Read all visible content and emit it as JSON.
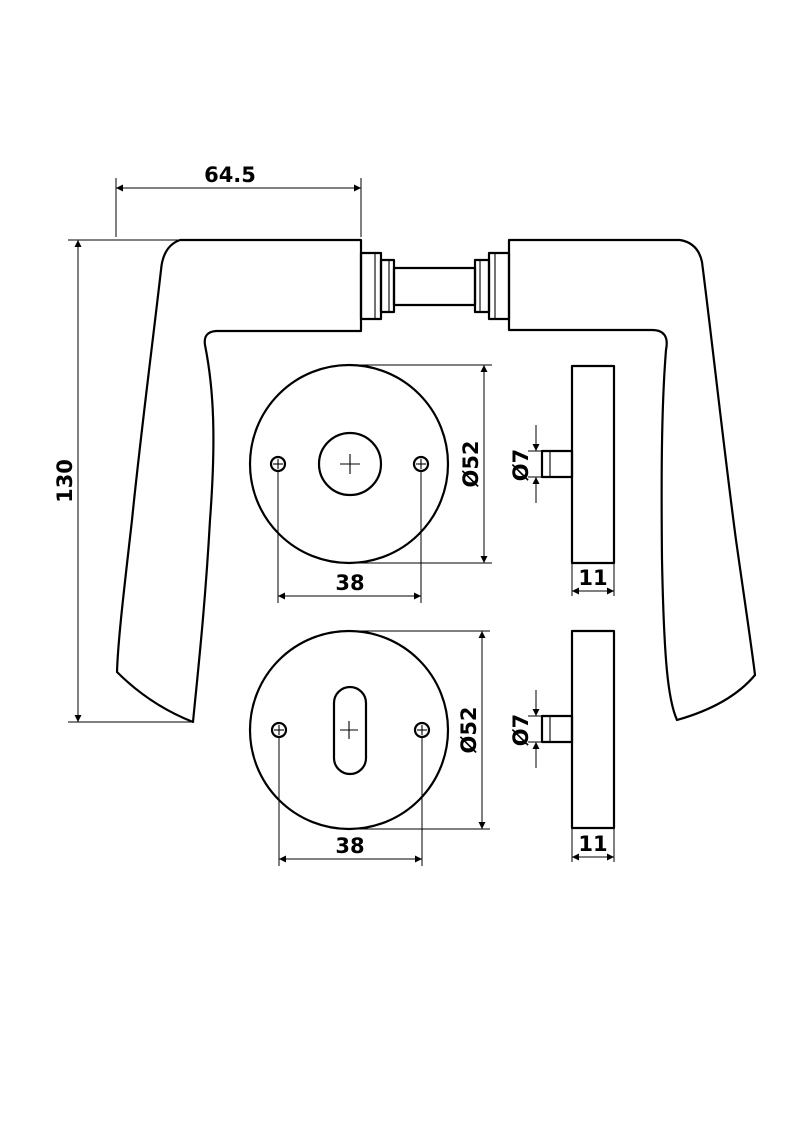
{
  "dimensions": {
    "handle_width": "64.5",
    "handle_height": "130",
    "rose_diameter_top": "Ø52",
    "rose_diameter_bottom": "Ø52",
    "hole_spacing_top": "38",
    "hole_spacing_bottom": "38",
    "spindle_diameter_top": "Ø7",
    "spindle_diameter_bottom": "Ø7",
    "rose_thickness_top": "11",
    "rose_thickness_bottom": "11"
  }
}
